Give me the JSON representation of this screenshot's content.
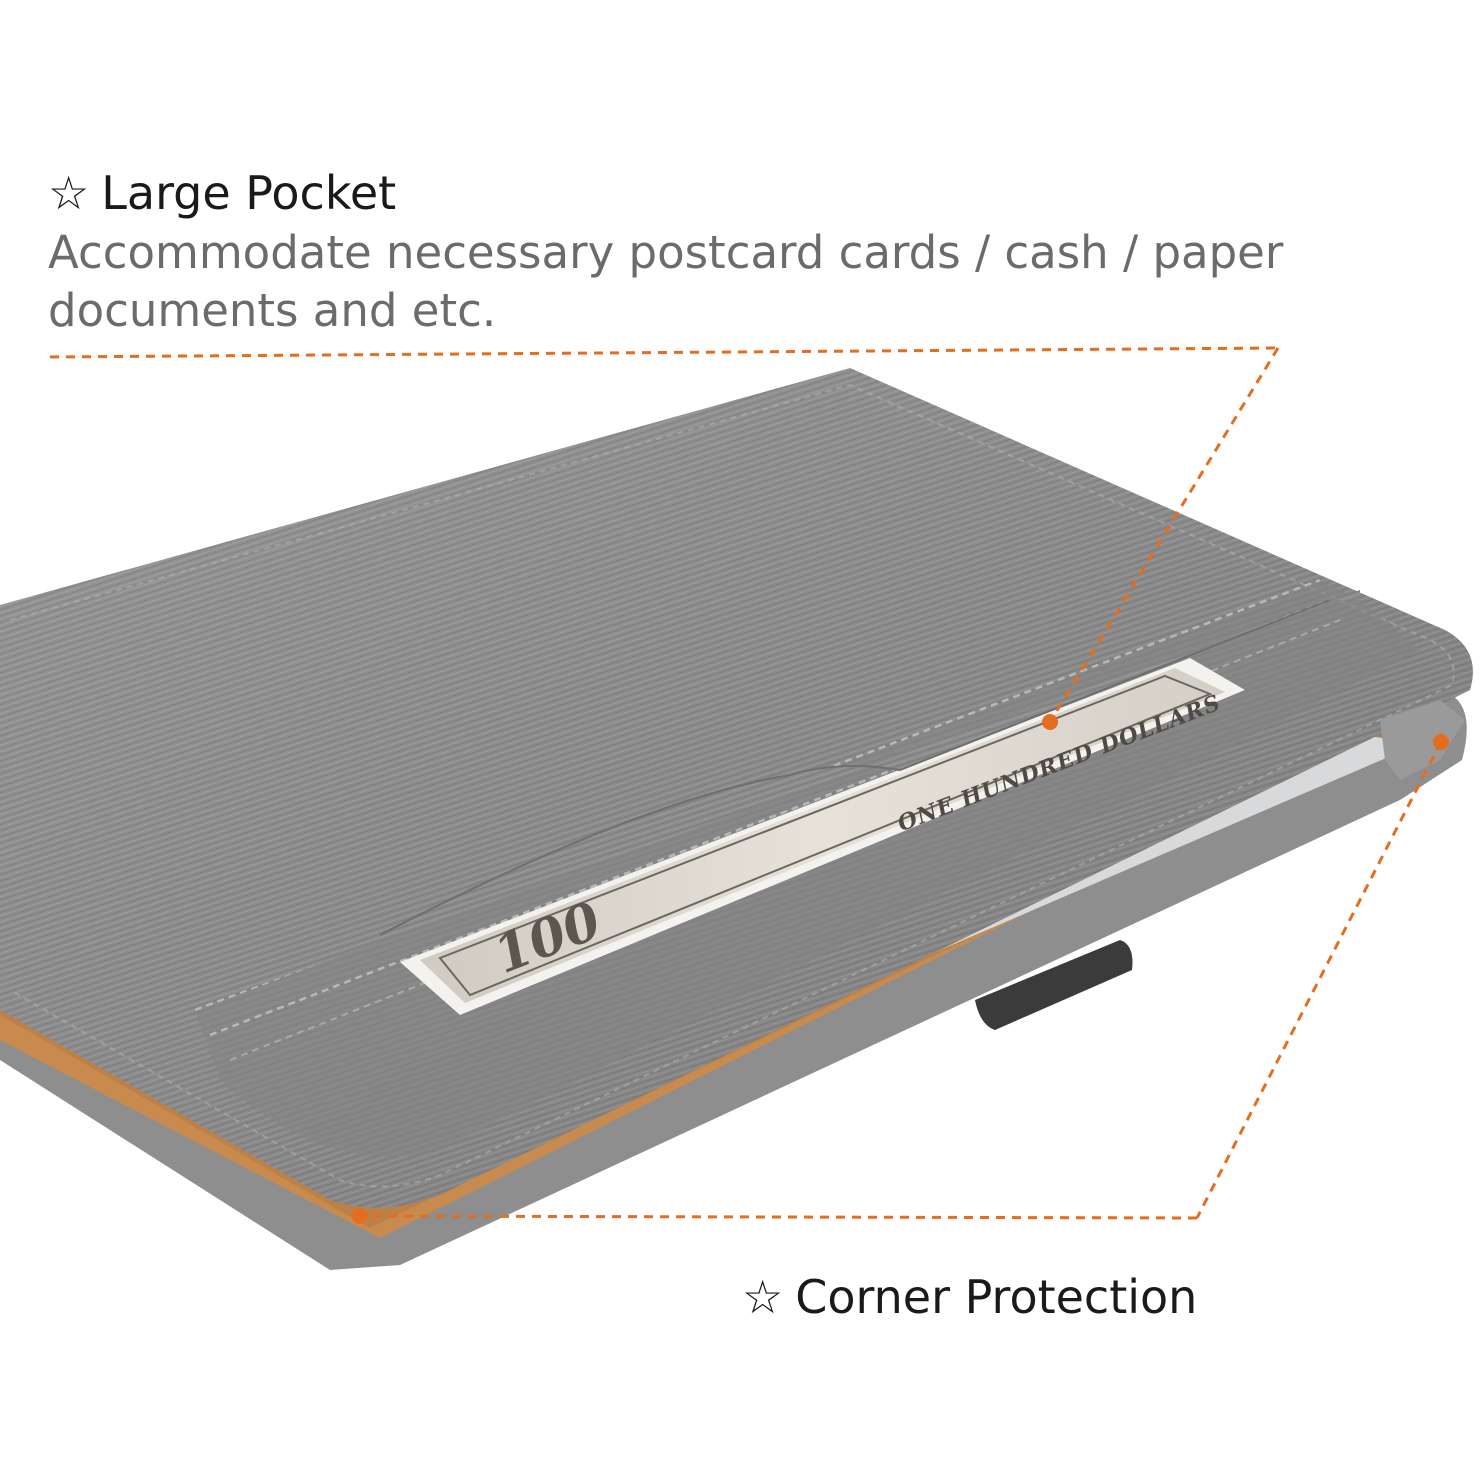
{
  "colors": {
    "accent": "#e56d1f",
    "fabric": "#8a8a8a",
    "leather": "#c98a4e",
    "heading": "#1a1a1a",
    "body_text": "#6b6b6b"
  },
  "icons": {
    "bullet": "star-outline-icon"
  },
  "large_pocket": {
    "star": "☆",
    "title": "Large Pocket",
    "description": "Accommodate necessary postcard cards / cash / paper documents and etc."
  },
  "corner_protection": {
    "star": "☆",
    "title": "Corner Protection"
  },
  "banknote": {
    "denomination": "100",
    "words": "ONE HUNDRED DOLLARS"
  }
}
